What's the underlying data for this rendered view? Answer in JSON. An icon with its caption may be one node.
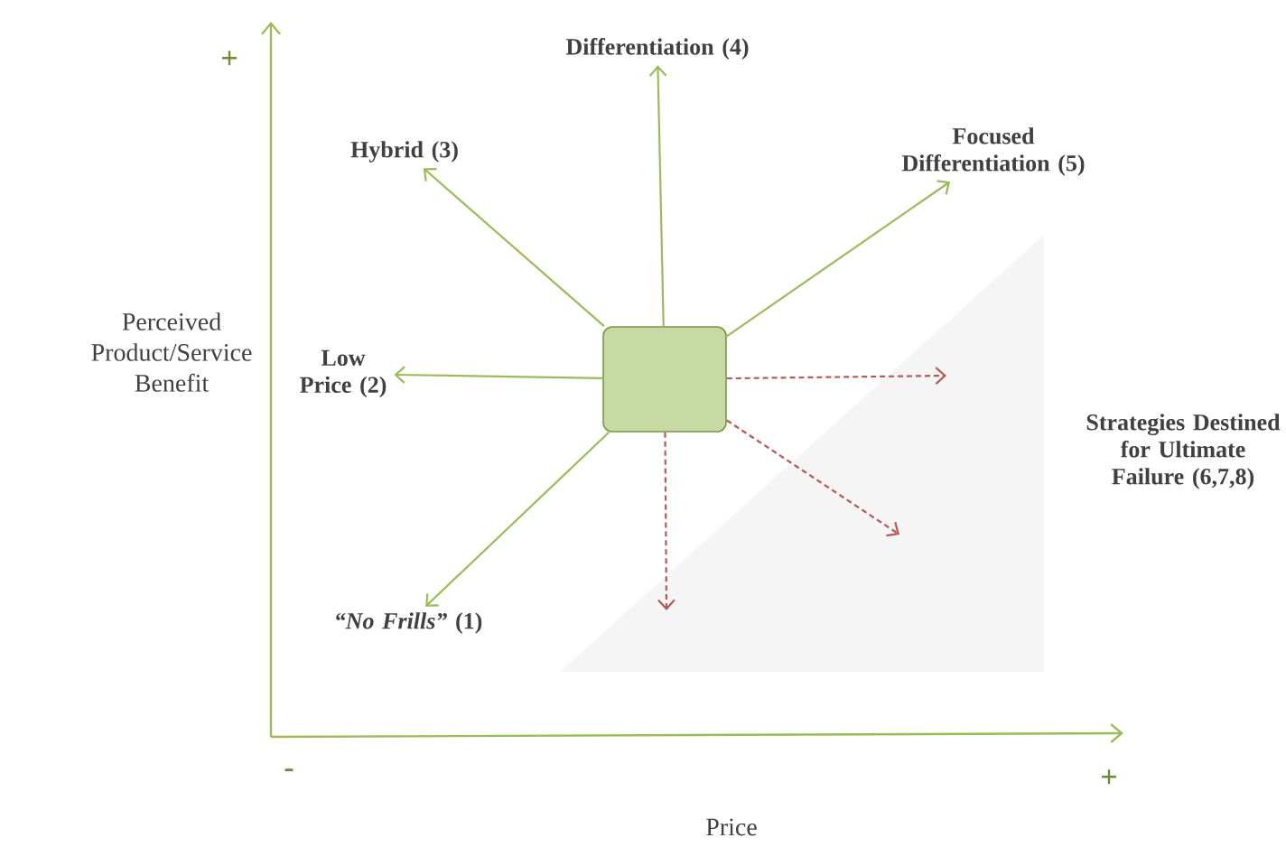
{
  "diagram": {
    "nodes": [
      {
        "text": [],
        "shape": "box"
      },
      {
        "text": [
          "Differentiation (4)"
        ]
      },
      {
        "text": [
          "Hybrid (3)"
        ]
      },
      {
        "text": [
          "Focused Differentiation (5)"
        ]
      },
      {
        "text": [
          "Low Price (2)"
        ]
      },
      {
        "text": [
          "*“No Frills”* (1)"
        ]
      },
      {
        "text": [
          "Strategies Destined for Ultimate Failure (6,7,8)"
        ]
      }
    ],
    "edges": [
      {
        "from": 0,
        "to": 1,
        "arrow": "to"
      },
      {
        "from": 0,
        "to": 2,
        "arrow": "to"
      },
      {
        "from": 0,
        "to": 3,
        "arrow": "to"
      },
      {
        "from": 0,
        "to": 4,
        "arrow": "to"
      },
      {
        "from": 0,
        "to": 5,
        "arrow": "to"
      },
      {
        "from": 0,
        "to": null,
        "arrow": "to",
        "style": "dashed",
        "color": "#b5595a"
      },
      {
        "from": 0,
        "to": null,
        "arrow": "to",
        "style": "dashed",
        "color": "#b5595a"
      },
      {
        "from": 0,
        "to": null,
        "arrow": "to",
        "style": "dashed",
        "color": "#b5595a"
      }
    ],
    "labels": [
      "+",
      "Perceived Product/Service Benefit",
      "-",
      "+",
      "Price"
    ]
  }
}
